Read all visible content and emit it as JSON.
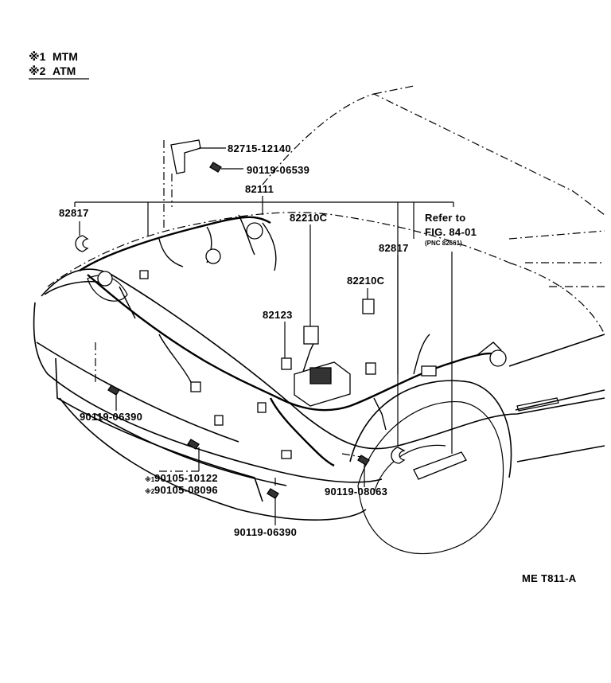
{
  "legend": [
    {
      "mark": "※1",
      "text": "MTM"
    },
    {
      "mark": "※2",
      "text": "ATM"
    }
  ],
  "labels": {
    "bracket": "82715-12140",
    "bolt_top": "90119-06539",
    "harness_main": "82111",
    "clamp_left": "82817",
    "relay_a": "82210C",
    "refer_line1": "Refer to",
    "refer_line2": "FIG. 84-01",
    "refer_line3": "(PNC 82661)",
    "clamp_right": "82817",
    "relay_b": "82210C",
    "relay_block": "82123",
    "bolt_left": "90119-06390",
    "bolt_mtm": "90105-10122",
    "bolt_atm": "90105-08096",
    "bolt_right": "90119-08063",
    "bolt_bottom": "90119-06390",
    "mark_mtm": "※1",
    "mark_atm": "※2",
    "figure_code": "ME T811-A"
  }
}
